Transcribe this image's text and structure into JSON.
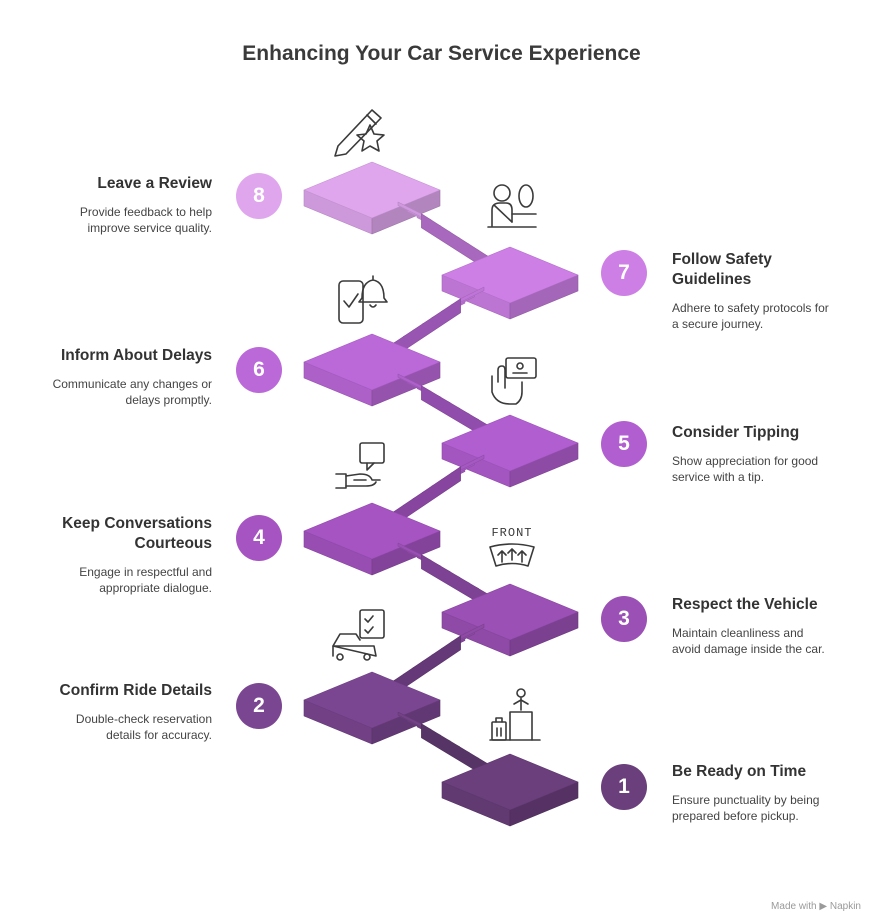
{
  "title": "Enhancing Your Car Service Experience",
  "footer": "Made with ▶ Napkin",
  "colors": {
    "step1": "#6a3f7c",
    "step2": "#7b4691",
    "step3": "#9a50b4",
    "step4": "#a554c2",
    "step5": "#b15ed0",
    "step6": "#bb68d9",
    "step7": "#cd7fe6",
    "step8": "#dfa6ee",
    "icon_stroke": "#3a3a3a"
  },
  "steps": [
    {
      "number": "1",
      "heading": "Be Ready on Time",
      "desc": "Ensure punctuality by being prepared before pickup.",
      "icon": "person-with-luggage-icon"
    },
    {
      "number": "2",
      "heading": "Confirm Ride Details",
      "desc": "Double-check reservation details for accuracy.",
      "icon": "car-checklist-icon"
    },
    {
      "number": "3",
      "heading": "Respect the Vehicle",
      "desc": "Maintain cleanliness and avoid damage inside the car.",
      "icon": "front-windshield-icon",
      "icon_label": "FRONT"
    },
    {
      "number": "4",
      "heading": "Keep Conversations Courteous",
      "desc": "Engage in respectful and appropriate dialogue.",
      "icon": "handshake-chat-icon"
    },
    {
      "number": "5",
      "heading": "Consider Tipping",
      "desc": "Show appreciation for good service with a tip.",
      "icon": "hand-with-card-icon"
    },
    {
      "number": "6",
      "heading": "Inform About Delays",
      "desc": "Communicate any changes or delays promptly.",
      "icon": "phone-bell-icon"
    },
    {
      "number": "7",
      "heading": "Follow Safety Guidelines",
      "desc": "Adhere to safety protocols for a secure journey.",
      "icon": "seated-passenger-seatbelt-icon"
    },
    {
      "number": "8",
      "heading": "Leave a Review",
      "desc": "Provide feedback to help improve service quality.",
      "icon": "pencil-star-icon"
    }
  ]
}
